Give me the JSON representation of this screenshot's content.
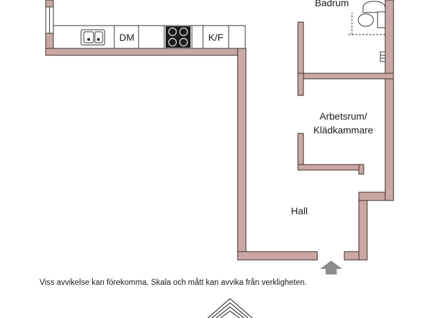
{
  "rooms": {
    "bathroom": "Badrum",
    "office_closet_line1": "Arbetsrum/",
    "office_closet_line2": "Klädkammare",
    "hall": "Hall"
  },
  "kitchen": {
    "dishwasher": "DM",
    "fridge_freezer": "K/F"
  },
  "disclaimer": "Viss avvikelse kan förekomma. Skala och mått kan avvika från verkligheten.",
  "colors": {
    "wall_fill": "#c9a8a4",
    "wall_stroke": "#3a2a2a",
    "entrance_arrow": "#8c8c8c",
    "line": "#333333"
  }
}
